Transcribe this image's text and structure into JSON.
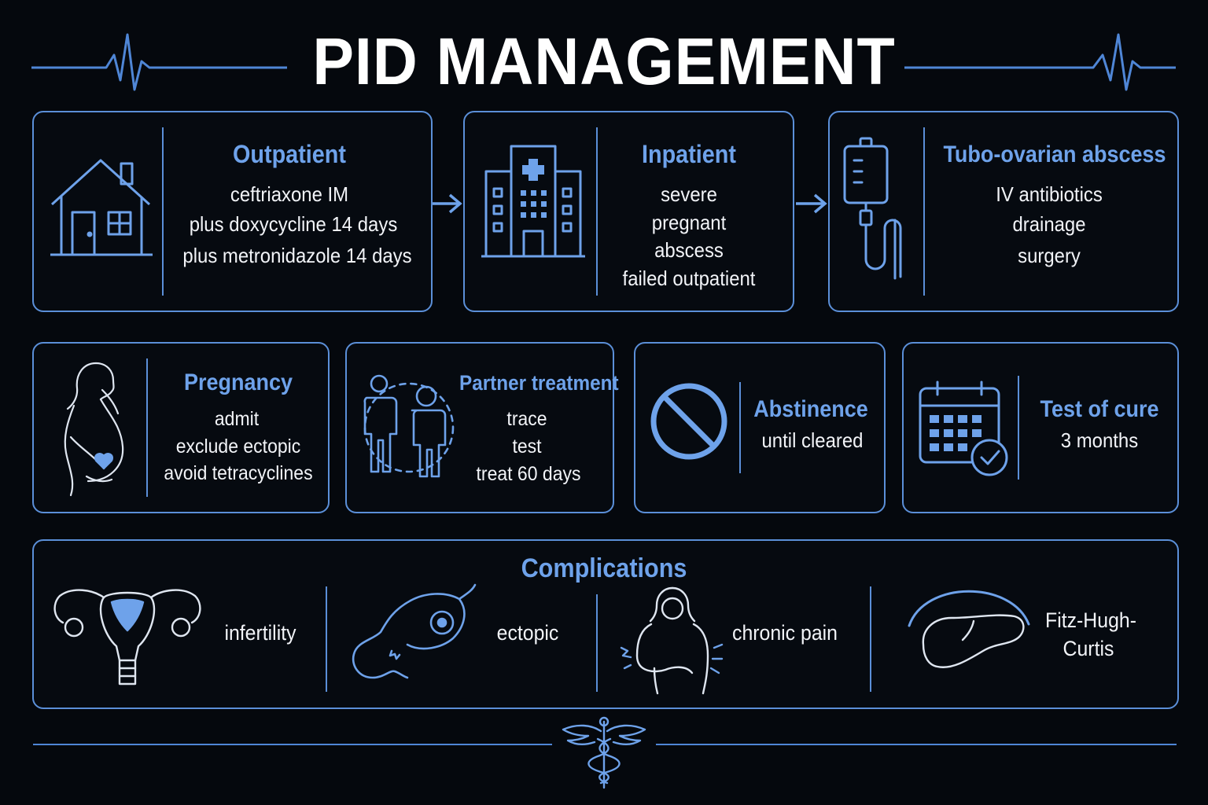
{
  "title": "PID MANAGEMENT",
  "colors": {
    "accent": "#6ea2ea",
    "border": "#5b8fd8",
    "background": "#05080d",
    "text": "#ffffff"
  },
  "outpatient": {
    "heading": "Outpatient",
    "icon": "house-icon",
    "lines": [
      "ceftriaxone IM",
      "plus doxycycline 14 days",
      "plus metronidazole 14 days"
    ]
  },
  "inpatient": {
    "heading": "Inpatient",
    "icon": "hospital-icon",
    "lines": [
      "severe",
      "pregnant",
      "abscess",
      "failed outpatient"
    ]
  },
  "tubo": {
    "heading": "Tubo-ovarian abscess",
    "icon": "iv-drip-icon",
    "lines": [
      "IV antibiotics",
      "drainage",
      "surgery"
    ]
  },
  "pregnancy": {
    "heading": "Pregnancy",
    "icon": "pregnant-woman-icon",
    "lines": [
      "admit",
      "exclude ectopic",
      "avoid tetracyclines"
    ]
  },
  "partner": {
    "heading": "Partner treatment",
    "icon": "partners-icon",
    "lines": [
      "trace",
      "test",
      "treat 60 days"
    ]
  },
  "abstinence": {
    "heading": "Abstinence",
    "icon": "prohibited-icon",
    "lines": [
      "until cleared"
    ]
  },
  "cure": {
    "heading": "Test of cure",
    "icon": "calendar-check-icon",
    "lines": [
      "3 months"
    ]
  },
  "complications": {
    "heading": "Complications",
    "items": [
      {
        "label": "infertility",
        "icon": "uterus-icon"
      },
      {
        "label": "ectopic",
        "icon": "fallopian-tube-icon"
      },
      {
        "label": "chronic pain",
        "icon": "abdominal-pain-icon"
      },
      {
        "label1": "Fitz-Hugh-",
        "label2": "Curtis",
        "icon": "liver-icon"
      }
    ]
  }
}
